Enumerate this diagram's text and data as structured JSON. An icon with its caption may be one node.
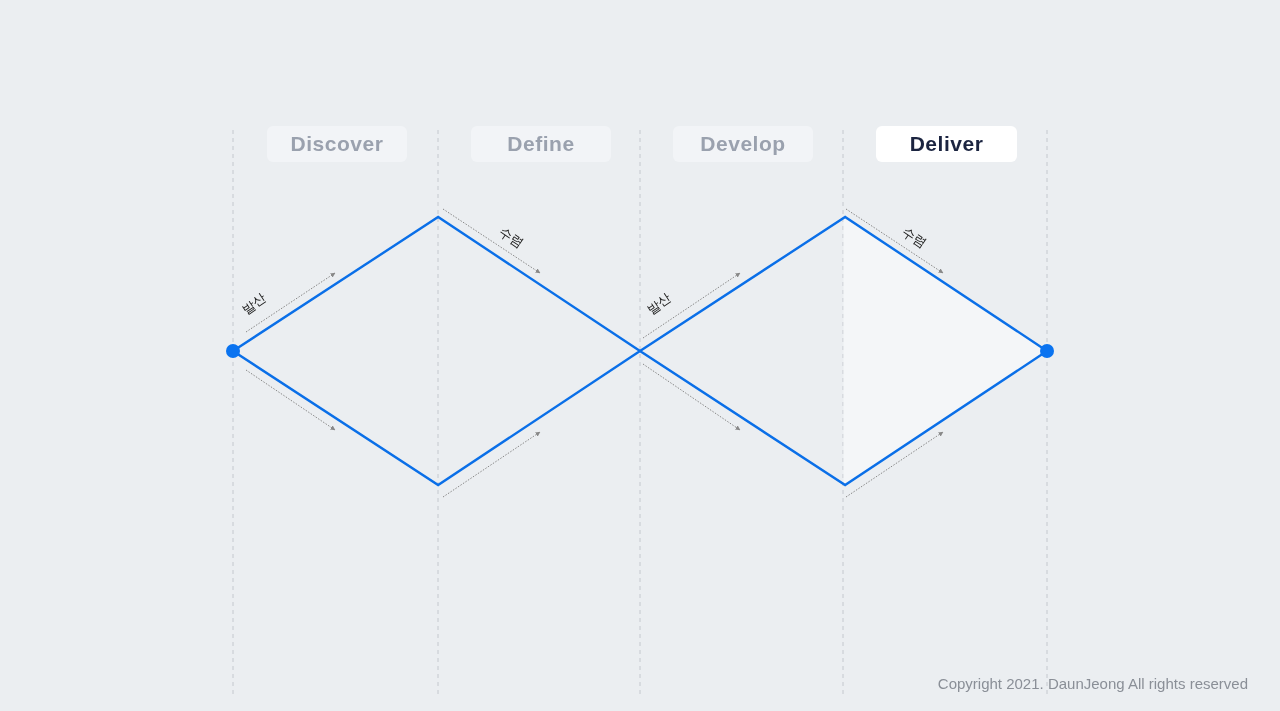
{
  "diagram": {
    "nodes": [
      {
        "text": [
          "Discover"
        ]
      },
      {
        "text": [
          "Define"
        ]
      },
      {
        "text": [
          "Develop"
        ]
      },
      {
        "text": [
          "Deliver"
        ]
      },
      {
        "text": [],
        "shape": "diamond"
      },
      {
        "text": [],
        "shape": "diamond"
      },
      {
        "text": [],
        "shape": "circle"
      },
      {
        "text": [],
        "shape": "circle"
      }
    ],
    "labels": [
      "발산",
      "수렴",
      "발산",
      "수렴",
      "Copyright 2021. DaunJeong All rights reserved"
    ]
  }
}
